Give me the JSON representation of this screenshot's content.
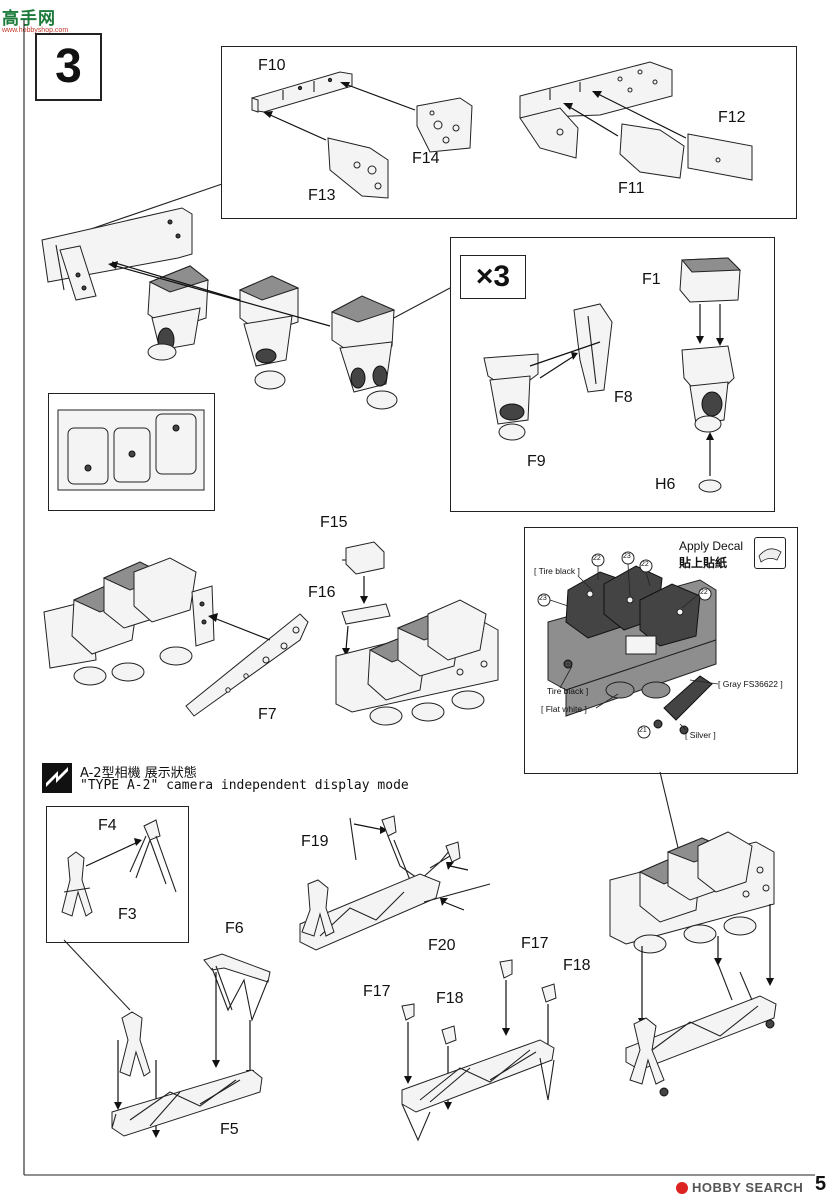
{
  "watermark": {
    "brand": "高手网",
    "brand_sub": "www.hobbyshop.com"
  },
  "step": {
    "number": "3"
  },
  "parts": {
    "f10": "F10",
    "f13": "F13",
    "f14": "F14",
    "f12": "F12",
    "f11": "F11",
    "f1": "F1",
    "f8": "F8",
    "f9": "F9",
    "h6": "H6",
    "f15": "F15",
    "f16": "F16",
    "f7": "F7",
    "f4": "F4",
    "f3": "F3",
    "f6": "F6",
    "f5": "F5",
    "f19": "F19",
    "f20": "F20",
    "f17a": "F17",
    "f18a": "F18",
    "f17b": "F17",
    "f18b": "F18"
  },
  "multiplier": "×3",
  "decal": {
    "title_en": "Apply Decal",
    "title_cn": "貼上貼紙",
    "callouts": {
      "tire_black_top": "[ Tire black ]",
      "tire_black_bottom": "Tire black ]",
      "flat_white": "[ Flat white ]",
      "gray": "[ Gray FS36622 ]",
      "silver": "[ Silver ]"
    },
    "numbers": {
      "n22a": "22",
      "n23a": "23",
      "n22b": "22",
      "n22c": "22",
      "n23b": "23",
      "n21": "21"
    }
  },
  "section": {
    "title_cn": "A-2型相機 展示狀態",
    "title_en": "\"TYPE A-2\" camera independent display mode"
  },
  "footer": {
    "brand": "HOBBY SEARCH",
    "page": "5"
  }
}
